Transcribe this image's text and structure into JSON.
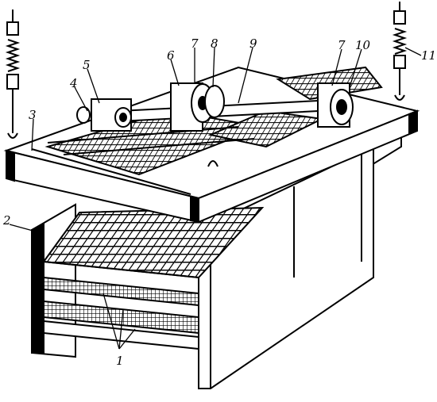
{
  "labels": {
    "l1": "1",
    "l2": "2",
    "l3": "3",
    "l4": "4",
    "l5": "5",
    "l6": "6",
    "l7a": "7",
    "l8": "8",
    "l9": "9",
    "l7b": "7",
    "l10": "10",
    "l11": "11"
  },
  "colors": {
    "ink": "#000000",
    "paper": "#ffffff"
  }
}
